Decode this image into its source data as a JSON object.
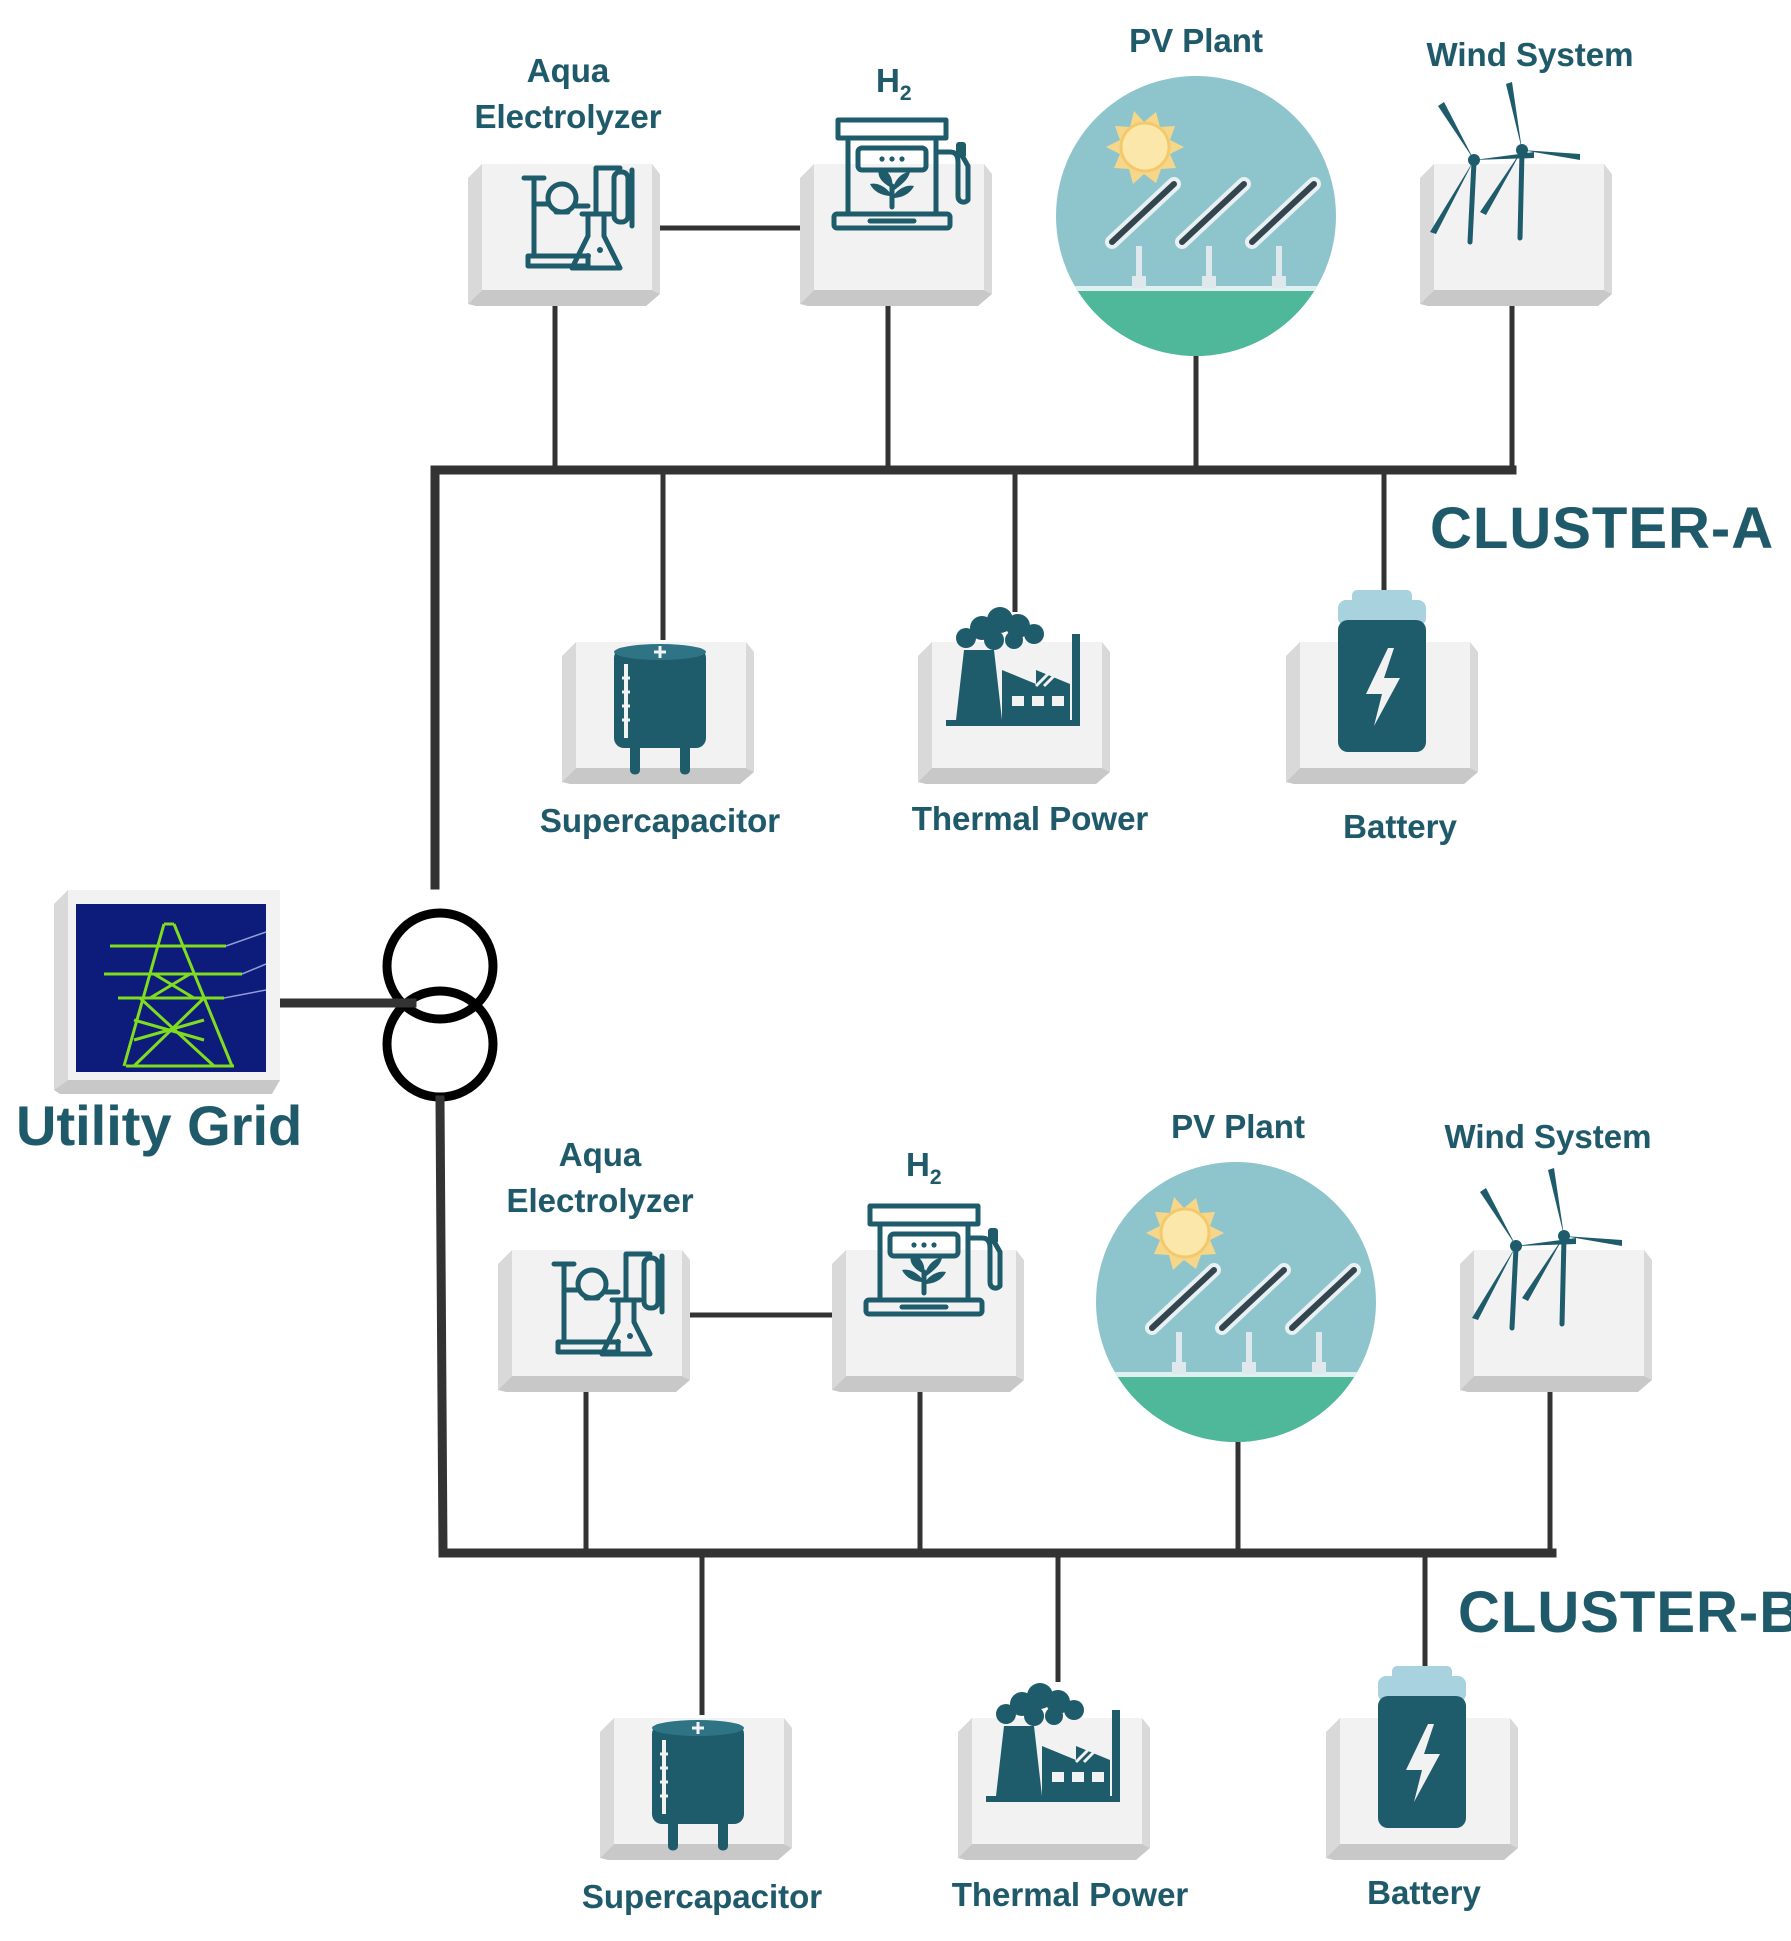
{
  "grid": {
    "label": "Utility Grid"
  },
  "cluster_a": {
    "label": "CLUSTER-A",
    "components": {
      "electrolyzer": "Aqua Electrolyzer",
      "electrolyzer_line1": "Aqua",
      "electrolyzer_line2": "Electrolyzer",
      "h2": "H",
      "h2_sub": "2",
      "pv": "PV Plant",
      "wind": "Wind System",
      "supercap": "Supercapacitor",
      "thermal": "Thermal Power",
      "battery": "Battery"
    }
  },
  "cluster_b": {
    "label": "CLUSTER-B",
    "components": {
      "electrolyzer": "Aqua Electrolyzer",
      "electrolyzer_line1": "Aqua",
      "electrolyzer_line2": "Electrolyzer",
      "h2": "H",
      "h2_sub": "2",
      "pv": "PV Plant",
      "wind": "Wind System",
      "supercap": "Supercapacitor",
      "thermal": "Thermal Power",
      "battery": "Battery"
    }
  },
  "colors": {
    "label": "#1f5a6b",
    "icon": "#1e5b6b",
    "bus": "#333333",
    "pv_sky": "#8ec5cc",
    "pv_ground": "#4fb89a",
    "sun": "#f6d78a",
    "grid_bg": "#0d1b7a",
    "grid_tower": "#7fdc1e"
  },
  "icons": {
    "electrolyzer": "lab-flask-icon",
    "h2": "hydrogen-pump-icon",
    "pv": "solar-panel-icon",
    "wind": "wind-turbine-icon",
    "supercap": "capacitor-icon",
    "thermal": "factory-icon",
    "battery": "battery-icon",
    "grid": "transmission-tower-icon",
    "transformer": "transformer-icon"
  }
}
